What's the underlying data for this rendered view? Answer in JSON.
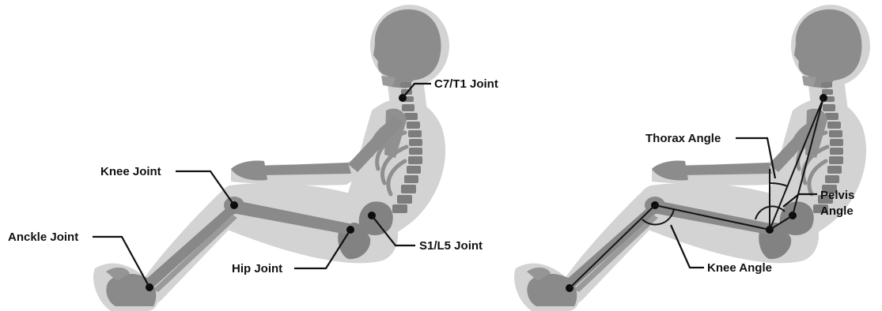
{
  "figure": {
    "left_panel": {
      "labels": {
        "c7t1": "C7/T1 Joint",
        "knee": "Knee Joint",
        "ankle": "Anckle Joint",
        "hip": "Hip Joint",
        "s1l5": "S1/L5 Joint"
      }
    },
    "right_panel": {
      "labels": {
        "thorax": "Thorax Angle",
        "pelvis_line1": "Pelvis",
        "pelvis_line2": "Angle",
        "knee_angle": "Knee Angle"
      }
    },
    "colors": {
      "body_shadow": "#d2d2d2",
      "skeleton": "#8c8c8c",
      "skeleton_dark": "#7a7a7a",
      "marker": "#0b0b0b"
    }
  }
}
